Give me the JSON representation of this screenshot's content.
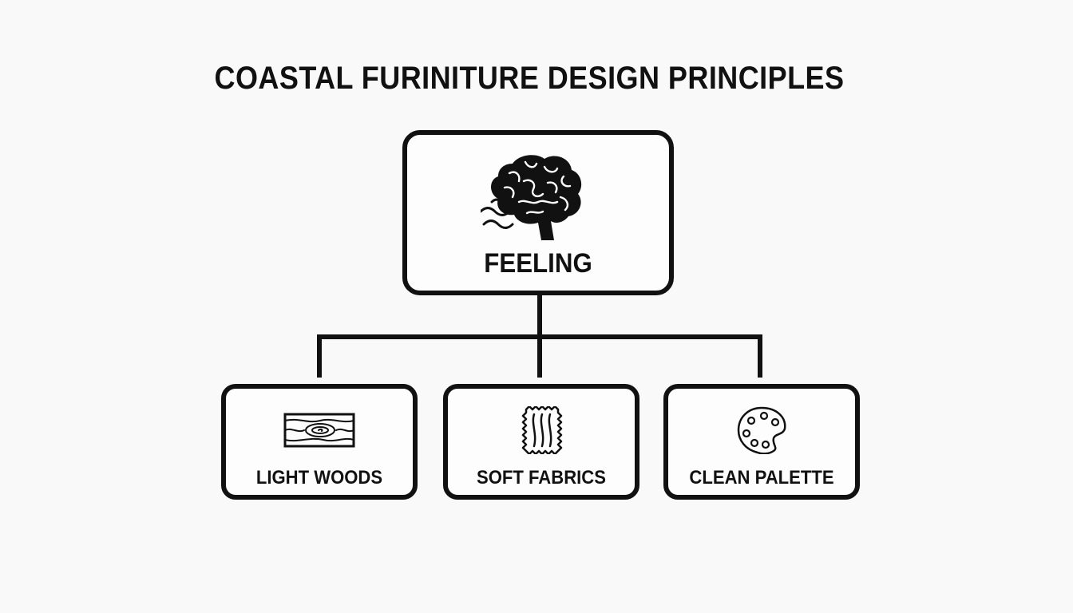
{
  "diagram": {
    "title": "COASTAL FURINITURE DESIGN PRINCIPLES",
    "root": {
      "label": "FEELING",
      "icon": "brain-icon"
    },
    "children": [
      {
        "label": "LIGHT WOODS",
        "icon": "wood-grain-icon"
      },
      {
        "label": "SOFT FABRICS",
        "icon": "fabric-swatch-icon"
      },
      {
        "label": "CLEAN PALETTE",
        "icon": "paint-palette-icon"
      }
    ],
    "colors": {
      "background": "#f9f9f9",
      "stroke": "#111111"
    }
  }
}
